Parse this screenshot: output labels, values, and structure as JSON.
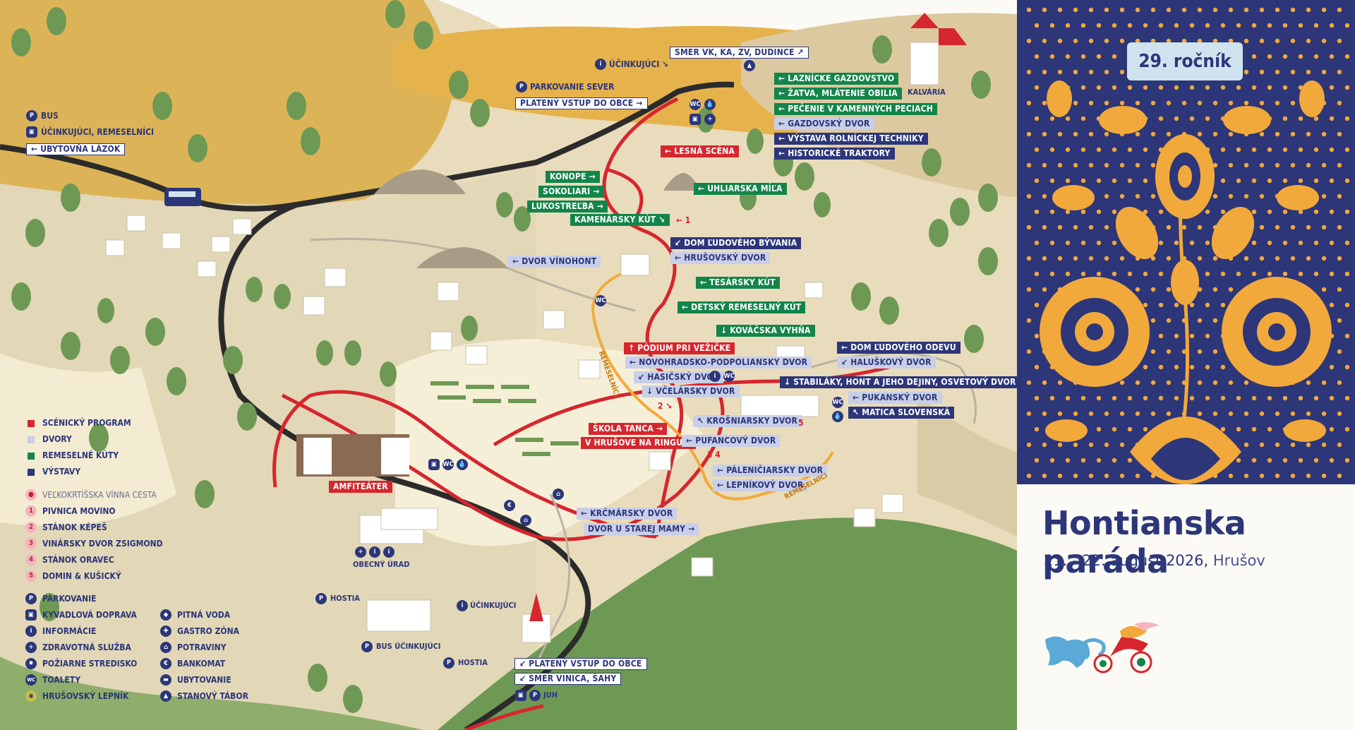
{
  "map": {
    "colors": {
      "scenic": "#d6262e",
      "yards": "#c9cfe8",
      "crafts": "#13854a",
      "exhibits": "#2c3679",
      "wine": "#f2b6c0",
      "road": "#2b2b2b",
      "crafts_route": "#f2a93b"
    },
    "top": {
      "bus": "BUS",
      "ucinkujuci_remeselnici": "ÚČINKUJÚCI, REMESELNÍCI",
      "ubytovna": "← UBYTOVŇA LÁZOK",
      "parkovanie_sever": "PARKOVANIE SEVER",
      "ucinkujuci": "ÚČINKUJÚCI ↘",
      "smer_vk": "SMER VK, KA, ZV, DUDINCE ↗",
      "plateny_vstup_sever": "PLATENÝ VSTUP DO OBCE →",
      "kalvaria": "KALVÁRIA"
    },
    "labels": {
      "laznicke": "← LAZNÍCKE GAZDOVSTVO",
      "zatva": "← ŽATVA, MLÁTENIE OBILIA",
      "pecenie": "← PEČENIE V KAMENNÝCH PECIACH",
      "gazdovsky": "← GAZDOVSKÝ DVOR",
      "vystava": "← VÝSTAVA ROLNÍCKEJ TECHNIKY",
      "historicke": "← HISTORICKÉ TRAKTORY",
      "lesna": "← LESNÁ SCÉNA",
      "uhliarska": "← UHLIARSKA MÍĽA",
      "konope": "KONOPE →",
      "sokoliari": "SOKOLIARI →",
      "lukostrelba": "LUKOSTREĽBA →",
      "kamenarsky": "KAMENÁRSKY KÚT ↘",
      "num1": "← 1",
      "dom_byvania": "↙ DOM ĽUDOVÉHO BÝVANIA",
      "hrusovsky": "← HRUŠOVSKÝ DVOR",
      "dvor_vinohont": "← DVOR VÍNOHONT",
      "tesarsky": "← TESÁRSKY KÚT",
      "detsky": "← DETSKÝ REMESELNÝ KÚT",
      "kovacska": "↓ KOVÁČSKA VYHŇA",
      "podium": "↑ PÓDIUM PRI VEŽIČKE",
      "novohradsko": "← NOVOHRADSKO-PODPOLIANSKY DVOR",
      "hasicsky": "↙ HASIČSKÝ DVOR",
      "vcelarsky": "↓ VČELÁRSKY DVOR",
      "dom_odevu": "← DOM ĽUDOVÉHO ODEVU",
      "haluskovy": "↙ HALUŠKOVÝ DVOR",
      "stabilaky": "↓ STABILÁKY, HONT A JEHO DEJINY, OSVETOVÝ DVOR",
      "pukansky": "← PUKANSKÝ DVOR",
      "matica": "↖ MATICA SLOVENSKÁ",
      "krosniarsky": "↖ KROŠNIARSKY DVOR",
      "skola_tanca": "ŠKOLA TANCA →",
      "v_hrusove": "V HRUŠOVE NA RINGU →",
      "pufancovy": "← PUFANCOVÝ DVOR",
      "palenciarsky": "← PÁLENIČIARSKY DVOR",
      "lepnikovy": "← LEPNÍKOVÝ DVOR",
      "amfiteater": "AMFITEÁTER",
      "krcmarsky": "← KRČMÁRSKY DVOR",
      "dvor_starej": "DVOR U STAREJ MAMY →",
      "obecny_urad": "OBECNÝ ÚRAD",
      "hostia_1": "HOSTIA",
      "hostia_2": "HOSTIA",
      "ucinkujuci_south": "ÚČINKUJÚCI",
      "bus_ucinkujuci": "BUS ÚČINKUJÚCI",
      "plateny_vstup_juh": "↙ PLATENÝ VSTUP DO OBCE",
      "smer_vinica": "↙ SMER VINICA, ŠAHY",
      "juh": "JUH",
      "remeselnici_1": "REMESELNÍCI",
      "remeselnici_2": "REMESELNÍCI",
      "p5": "5",
      "p2": "2 ↘",
      "p34": "3  4"
    },
    "icons": {
      "parking": "P",
      "wc": "WC",
      "info": "i",
      "bus": "▣",
      "water": "💧",
      "shop": "⌂",
      "euro": "€",
      "camp": "▲",
      "plus": "+",
      "fire": "🔥",
      "lepnik": "◉"
    }
  },
  "legend": {
    "categories": [
      {
        "label": "SCÉNICKÝ PROGRAM",
        "color": "#d6262e"
      },
      {
        "label": "DVORY",
        "color": "#c9cfe8"
      },
      {
        "label": "REMESELNÉ KÚTY",
        "color": "#13854a"
      },
      {
        "label": "VÝSTAVY",
        "color": "#2c3679"
      }
    ],
    "wine_title": "VEĽKOKRTÍŠSKA VÍNNA CESTA",
    "wine": [
      {
        "num": "1",
        "label": "PIVNICA MOVINO"
      },
      {
        "num": "2",
        "label": "STÁNOK KÉPEŠ"
      },
      {
        "num": "3",
        "label": "VINÁRSKY DVOR ZSIGMOND"
      },
      {
        "num": "4",
        "label": "STÁNOK ORAVEC"
      },
      {
        "num": "5",
        "label": "DOMIN & KUŠICKÝ"
      }
    ],
    "services_left": [
      {
        "icon": "parking-icon",
        "glyph": "P",
        "label": "PARKOVANIE"
      },
      {
        "icon": "shuttle-icon",
        "glyph": "▣",
        "label": "KYVADLOVÁ DOPRAVA"
      },
      {
        "icon": "info-icon",
        "glyph": "i",
        "label": "INFORMÁCIE"
      },
      {
        "icon": "medical-icon",
        "glyph": "+",
        "label": "ZDRAVOTNÁ SLUŽBA"
      },
      {
        "icon": "fire-icon",
        "glyph": "✹",
        "label": "POŽIARNE STREDISKO"
      },
      {
        "icon": "toilet-icon",
        "glyph": "WC",
        "label": "TOALETY"
      },
      {
        "icon": "lepnik-icon",
        "glyph": "◉",
        "label": "HRUŠOVSKÝ LEPNÍK"
      }
    ],
    "services_right": [
      {
        "icon": "water-icon",
        "glyph": "◆",
        "label": "PITNÁ VODA"
      },
      {
        "icon": "food-icon",
        "glyph": "✚",
        "label": "GASTRO ZÓNA"
      },
      {
        "icon": "shop-icon",
        "glyph": "⌂",
        "label": "POTRAVINY"
      },
      {
        "icon": "atm-icon",
        "glyph": "€",
        "label": "BANKOMAT"
      },
      {
        "icon": "bed-icon",
        "glyph": "▬",
        "label": "UBYTOVANIE"
      },
      {
        "icon": "camp-icon",
        "glyph": "▲",
        "label": "STANOVÝ TÁBOR"
      }
    ]
  },
  "side": {
    "badge": "29. ročník",
    "title": "Hontianska paráda",
    "dates": "21. - 22. august 2026,",
    "place": " Hrušov",
    "pattern_colors": {
      "bg": "#2c3679",
      "ornament": "#f2a93b"
    }
  }
}
